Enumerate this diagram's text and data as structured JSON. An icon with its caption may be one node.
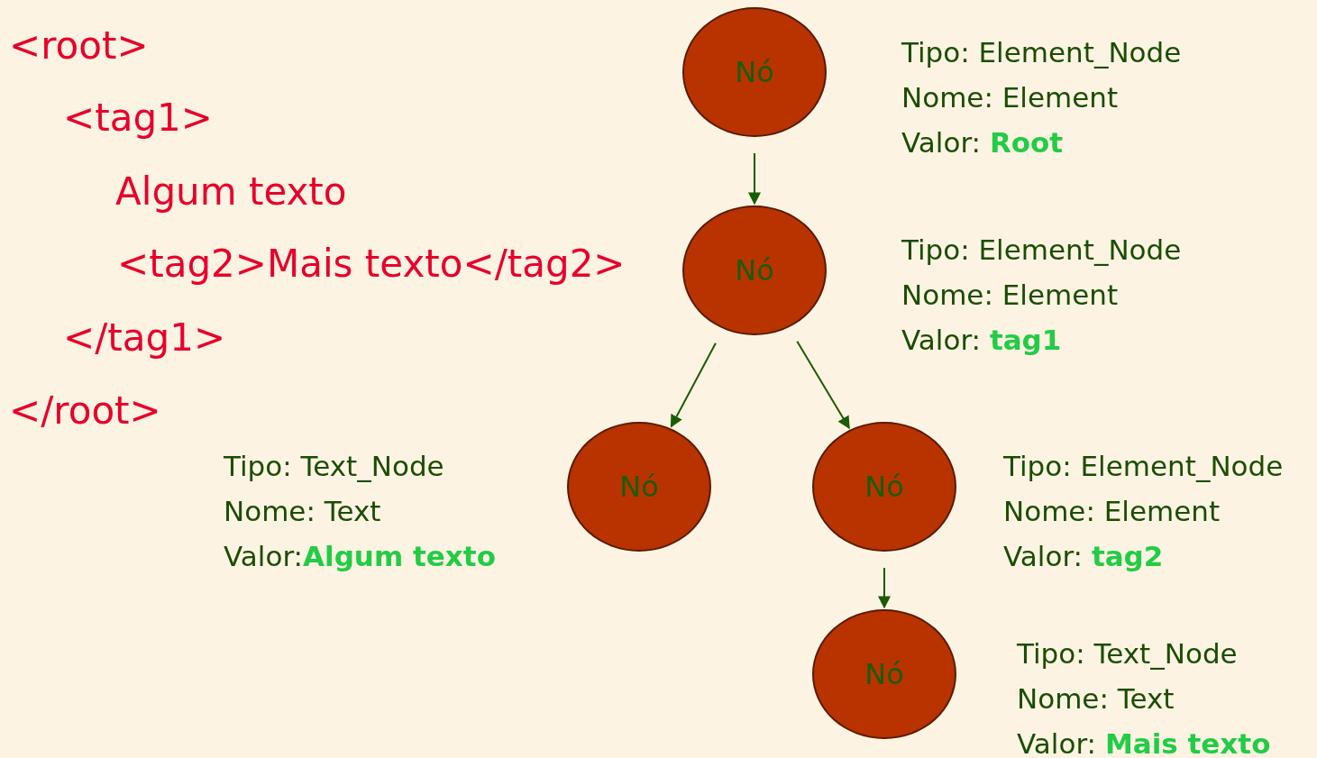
{
  "diagram": {
    "nodes": [
      {
        "text": [
          "Nó"
        ],
        "beside": [
          "Tipo: Element_Node",
          "Nome: Element",
          "Valor: **Root**"
        ]
      },
      {
        "text": [
          "Nó"
        ],
        "beside": [
          "Tipo: Element_Node",
          "Nome: Element",
          "Valor: **tag1**"
        ]
      },
      {
        "text": [
          "Nó"
        ],
        "beside": [
          "Tipo: Text_Node",
          "Nome: Text",
          "Valor:**Algum texto**"
        ]
      },
      {
        "text": [
          "Nó"
        ],
        "beside": [
          "Tipo: Element_Node",
          "Nome: Element",
          "Valor: **tag2**"
        ]
      },
      {
        "text": [
          "Nó"
        ],
        "beside": [
          "Tipo: Text_Node",
          "Nome: Text",
          "Valor: **Mais texto**"
        ]
      }
    ],
    "edges": [
      {
        "from": 0,
        "to": 1,
        "arrow": "to"
      },
      {
        "from": 1,
        "to": 2,
        "arrow": "to"
      },
      {
        "from": 1,
        "to": 3,
        "arrow": "to"
      },
      {
        "from": 3,
        "to": 4,
        "arrow": "to"
      }
    ],
    "labels": [
      "<root>",
      "<tag1>",
      "Algum texto",
      "<tag2>Mais texto</tag2>",
      "</tag1>",
      "</root>"
    ]
  }
}
